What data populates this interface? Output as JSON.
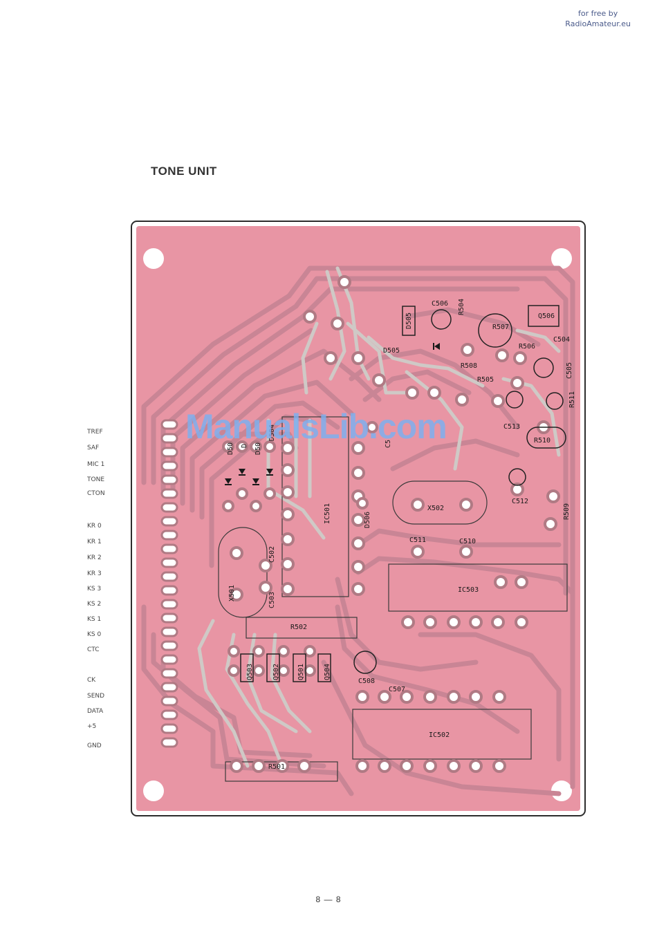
{
  "source_watermark": {
    "line1": "for free by",
    "line2": "RadioAmateur.eu"
  },
  "title": "TONE UNIT",
  "overlay_watermark": "ManualsLib.com",
  "page_number": "8 — 8",
  "connector_pins": [
    "TREF",
    "SAF",
    "MIC 1",
    "TONE",
    "CTON",
    "KR 0",
    "KR 1",
    "KR 2",
    "KR 3",
    "KS 3",
    "KS 2",
    "KS 1",
    "KS 0",
    "CTC",
    "CK",
    "SEND",
    "DATA",
    "+5",
    "GND"
  ],
  "components": {
    "c506": "C506",
    "r504": "R504",
    "r507": "R507",
    "q506": "Q506",
    "c504": "C504",
    "r506": "R506",
    "d505_body": "D505",
    "d505": "D505",
    "r508": "R508",
    "r505": "R505",
    "c505": "C505",
    "r511": "R511",
    "c513": "C513",
    "r510": "R510",
    "c509": "C5",
    "d501": "D50",
    "d502": "D",
    "d503": "D50",
    "d504": "D504",
    "ic501": "IC501",
    "d506": "D506",
    "x502": "X502",
    "c512": "C512",
    "r509": "R509",
    "c511": "C511",
    "c510": "C510",
    "c502": "C502",
    "x501": "X501",
    "c503": "C503",
    "ic503": "IC503",
    "r502": "R502",
    "q503": "Q503",
    "q502": "Q502",
    "q501": "Q501",
    "q504": "Q504",
    "c508": "C508",
    "c507": "C507",
    "ic502": "IC502",
    "r501": "R501"
  },
  "colors": {
    "board": "#e895a4",
    "board_edge": "#2c2c2c",
    "trace": "#c98595",
    "pad_ring": "#b07a84",
    "silk": "#cfc9c6"
  }
}
